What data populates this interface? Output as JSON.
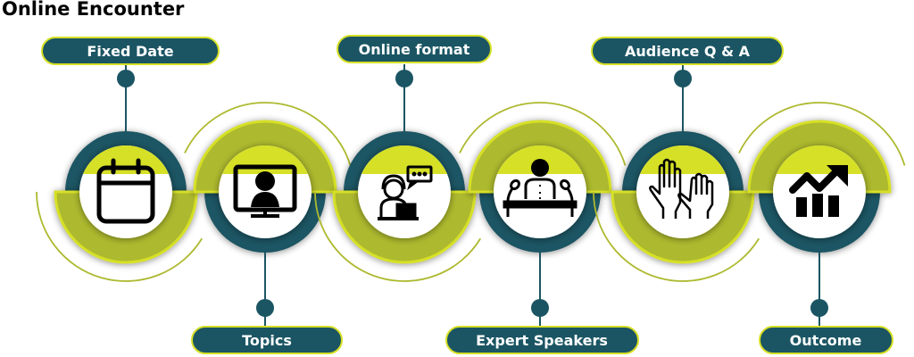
{
  "title": "Online Encounter",
  "colors": {
    "teal": "#1b5563",
    "olive": "#adb92e",
    "lime": "#d6e026",
    "white": "#ffffff"
  },
  "steps": [
    {
      "label": "Fixed Date",
      "icon": "calendar-icon",
      "position": "top"
    },
    {
      "label": "Topics",
      "icon": "video-call-icon",
      "position": "bottom"
    },
    {
      "label": "Online format",
      "icon": "headset-laptop-icon",
      "position": "top"
    },
    {
      "label": "Expert Speakers",
      "icon": "speaker-podium-icon",
      "position": "bottom"
    },
    {
      "label": "Audience Q & A",
      "icon": "raised-hands-icon",
      "position": "top"
    },
    {
      "label": "Outcome",
      "icon": "growth-chart-icon",
      "position": "bottom"
    }
  ]
}
